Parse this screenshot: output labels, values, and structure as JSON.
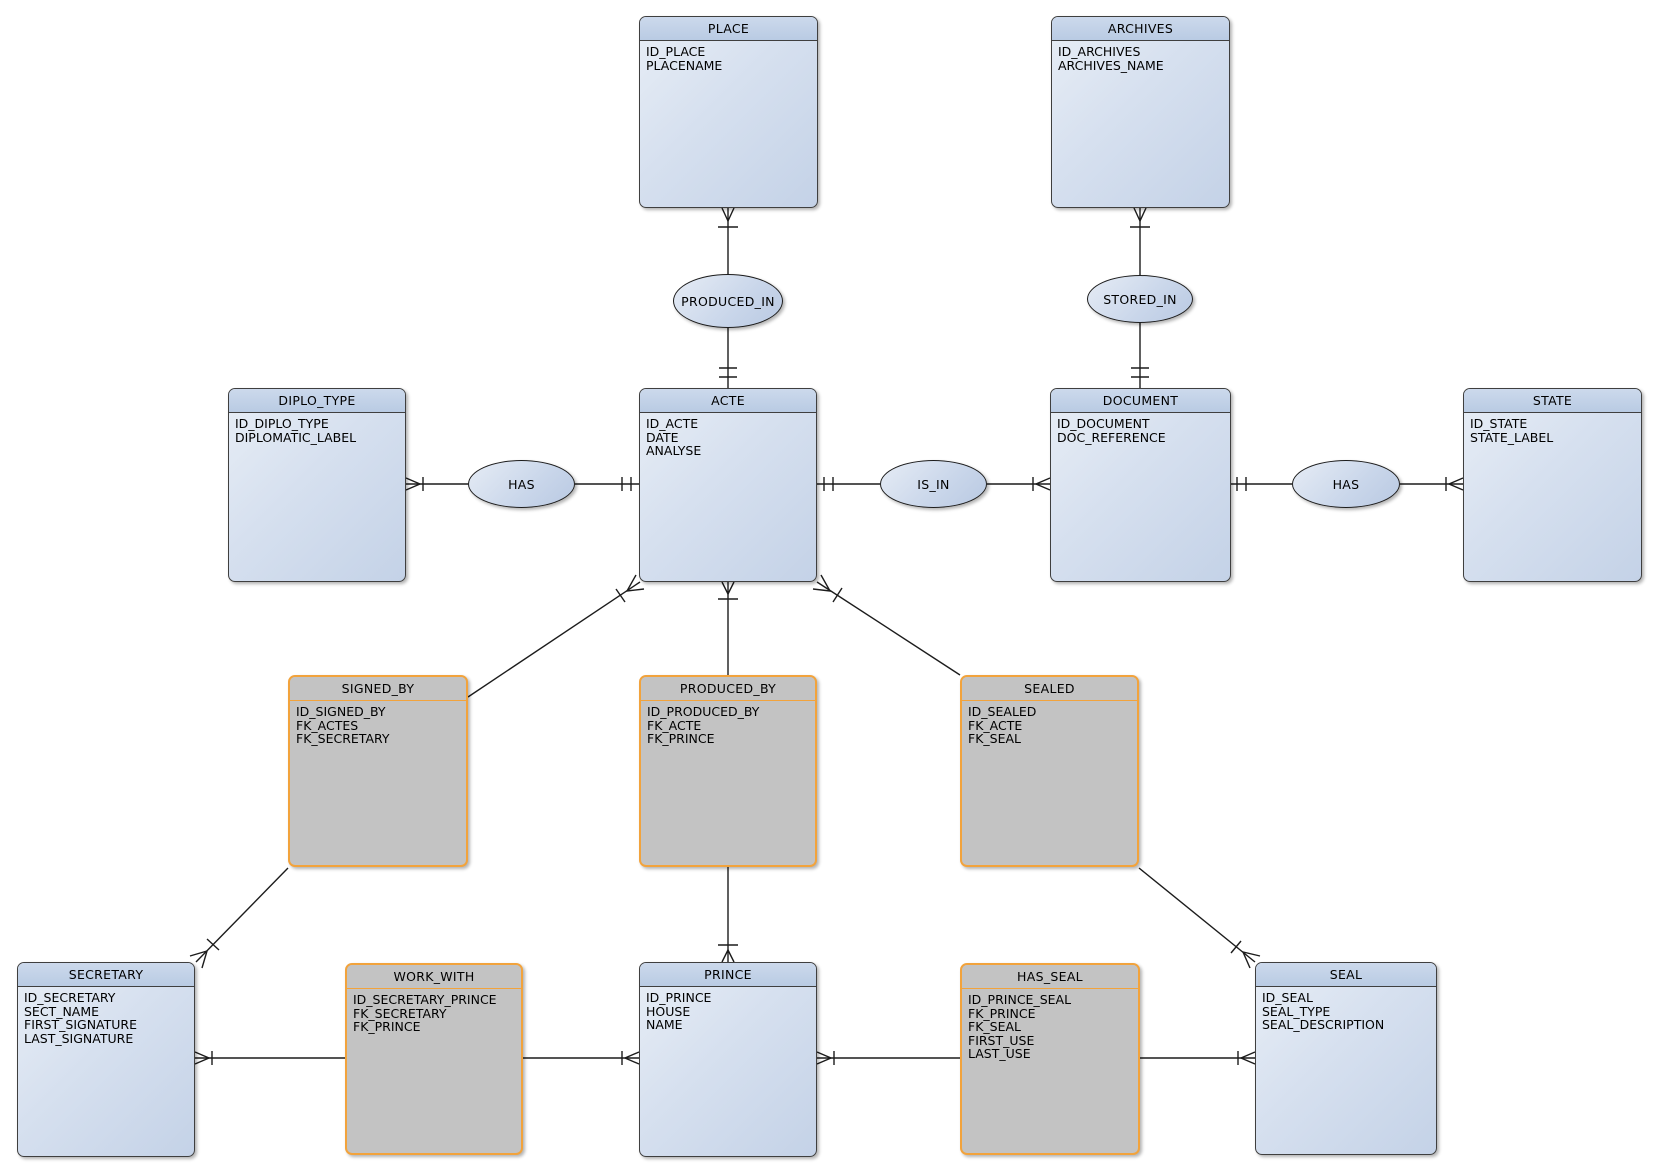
{
  "diagram": {
    "colors": {
      "entity_header": "#bfcfe6",
      "entity_body": "#dbe5f1",
      "associative_fill": "#c3c3c3",
      "associative_border": "#f2a33c",
      "connector_line": "#1c1c1c"
    },
    "entities": [
      {
        "name": "PLACE",
        "kind": "entity",
        "attributes": [
          "ID_PLACE",
          "PLACENAME"
        ]
      },
      {
        "name": "ARCHIVES",
        "kind": "entity",
        "attributes": [
          "ID_ARCHIVES",
          "ARCHIVES_NAME"
        ]
      },
      {
        "name": "DIPLO_TYPE",
        "kind": "entity",
        "attributes": [
          "ID_DIPLO_TYPE",
          "DIPLOMATIC_LABEL"
        ]
      },
      {
        "name": "ACTE",
        "kind": "entity",
        "attributes": [
          "ID_ACTE",
          "DATE",
          "ANALYSE"
        ]
      },
      {
        "name": "DOCUMENT",
        "kind": "entity",
        "attributes": [
          "ID_DOCUMENT",
          "DOC_REFERENCE"
        ]
      },
      {
        "name": "STATE",
        "kind": "entity",
        "attributes": [
          "ID_STATE",
          "STATE_LABEL"
        ]
      },
      {
        "name": "SIGNED_BY",
        "kind": "associative",
        "attributes": [
          "ID_SIGNED_BY",
          "FK_ACTES",
          "FK_SECRETARY"
        ]
      },
      {
        "name": "PRODUCED_BY",
        "kind": "associative",
        "attributes": [
          "ID_PRODUCED_BY",
          "FK_ACTE",
          "FK_PRINCE"
        ]
      },
      {
        "name": "SEALED",
        "kind": "associative",
        "attributes": [
          "ID_SEALED",
          "FK_ACTE",
          "FK_SEAL"
        ]
      },
      {
        "name": "SECRETARY",
        "kind": "entity",
        "attributes": [
          "ID_SECRETARY",
          "SECT_NAME",
          "FIRST_SIGNATURE",
          "LAST_SIGNATURE"
        ]
      },
      {
        "name": "WORK_WITH",
        "kind": "associative",
        "attributes": [
          "ID_SECRETARY_PRINCE",
          "FK_SECRETARY",
          "FK_PRINCE"
        ]
      },
      {
        "name": "PRINCE",
        "kind": "entity",
        "attributes": [
          "ID_PRINCE",
          "HOUSE",
          "NAME"
        ]
      },
      {
        "name": "HAS_SEAL",
        "kind": "associative",
        "attributes": [
          "ID_PRINCE_SEAL",
          "FK_PRINCE",
          "FK_SEAL",
          "FIRST_USE",
          "LAST_USE"
        ]
      },
      {
        "name": "SEAL",
        "kind": "entity",
        "attributes": [
          "ID_SEAL",
          "SEAL_TYPE",
          "SEAL_DESCRIPTION"
        ]
      }
    ],
    "relationships": [
      {
        "label": "PRODUCED_IN",
        "between": [
          "PLACE",
          "ACTE"
        ]
      },
      {
        "label": "STORED_IN",
        "between": [
          "ARCHIVES",
          "DOCUMENT"
        ]
      },
      {
        "label": "HAS",
        "between": [
          "DIPLO_TYPE",
          "ACTE"
        ]
      },
      {
        "label": "IS_IN",
        "between": [
          "ACTE",
          "DOCUMENT"
        ]
      },
      {
        "label": "HAS",
        "between": [
          "DOCUMENT",
          "STATE"
        ]
      }
    ]
  }
}
